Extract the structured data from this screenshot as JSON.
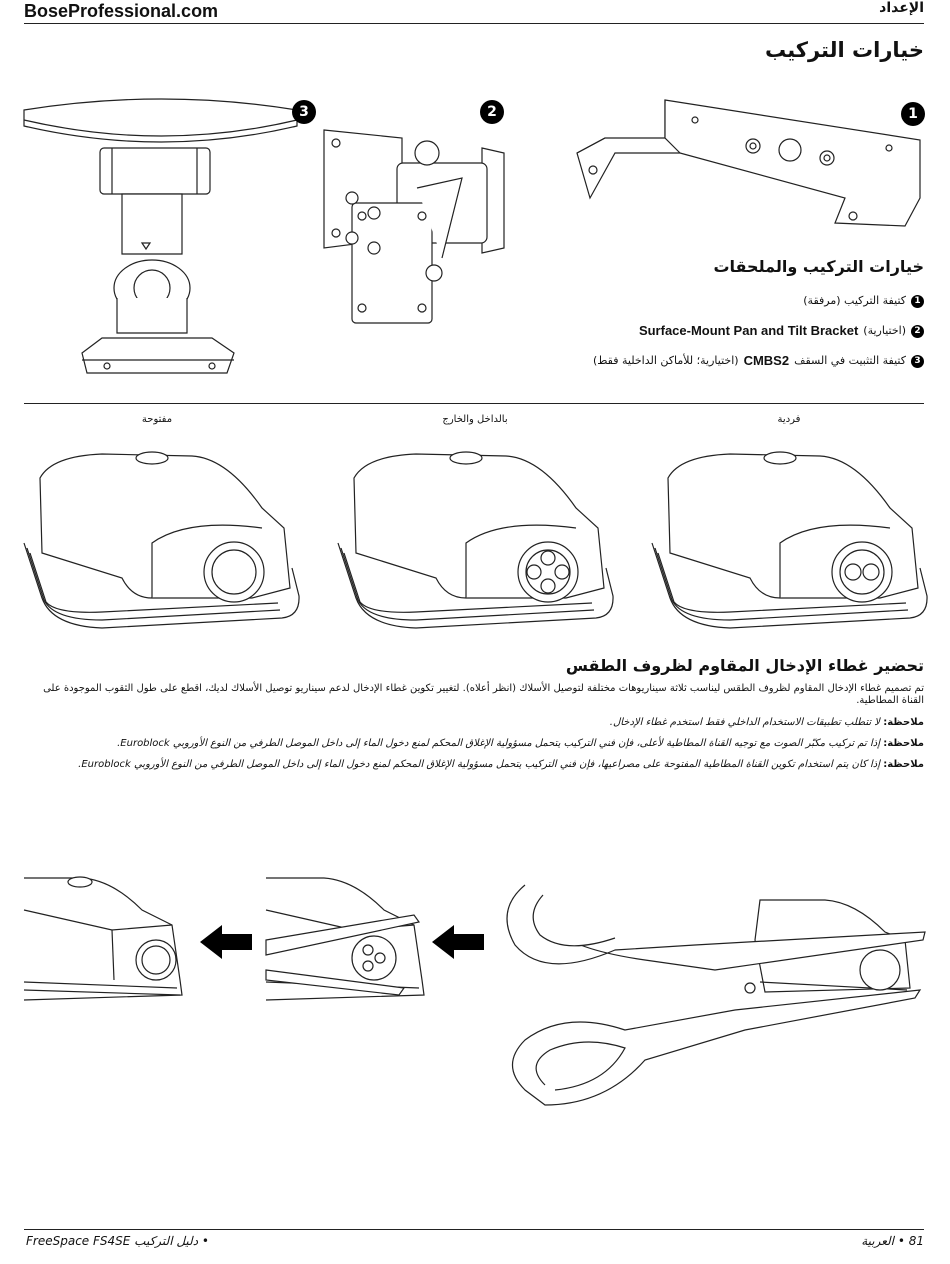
{
  "header": {
    "brand": "BoseProfessional.com",
    "section": "الإعداد"
  },
  "mounting": {
    "title": "خيارات التركيب",
    "badges": [
      "1",
      "2",
      "3"
    ],
    "subtitle": "خيارات التركيب والملحقات",
    "items": [
      {
        "num": "1",
        "text": "كتيفة التركيب (مرفقة)",
        "model": ""
      },
      {
        "num": "2",
        "text": "(اختيارية)",
        "model": "Surface-Mount Pan and Tilt Bracket"
      },
      {
        "num": "3",
        "text_before": "كتيفة التثبيت في السقف",
        "model": "CMBS2",
        "text_after": "(اختيارية؛ للأماكن الداخلية فقط)"
      }
    ]
  },
  "gasket": {
    "captions": [
      "فردية",
      "بالداخل والخارج",
      "مفتوحة"
    ],
    "title": "تحضير غطاء الإدخال المقاوم لظروف الطقس",
    "paragraph": "تم تصميم غطاء الإدخال المقاوم لظروف الطقس ليناسب ثلاثة سيناريوهات مختلفة لتوصيل الأسلاك (انظر أعلاه). لتغيير تكوين غطاء الإدخال لدعم سيناريو توصيل الأسلاك لديك، اقطع على طول الثقوب الموجودة على القناة المطاطية.",
    "notes": [
      {
        "label": "ملاحظة:",
        "text": "لا تتطلب تطبيقات الاستخدام الداخلي فقط استخدم غطاء الإدخال."
      },
      {
        "label": "ملاحظة:",
        "text": "إذا تم تركيب مكبّر الصوت مع توجيه القناة المطاطية لأعلى، فإن فني التركيب يتحمل مسؤولية الإغلاق المحكم لمنع دخول الماء إلى داخل الموصل الطرفي من النوع الأوروبي Euroblock."
      },
      {
        "label": "ملاحظة:",
        "text": "إذا كان يتم استخدام تكوين القناة المطاطية المفتوحة على مصراعيها، فإن فني التركيب يتحمل مسؤولية الإغلاق المحكم لمنع دخول الماء إلى داخل الموصل الطرفي من النوع الأوروبي Euroblock."
      }
    ]
  },
  "footer": {
    "left": "FreeSpace FS4SE",
    "left_suffix": "• دليل التركيب",
    "right": "81",
    "right_suffix": "• العربية"
  }
}
